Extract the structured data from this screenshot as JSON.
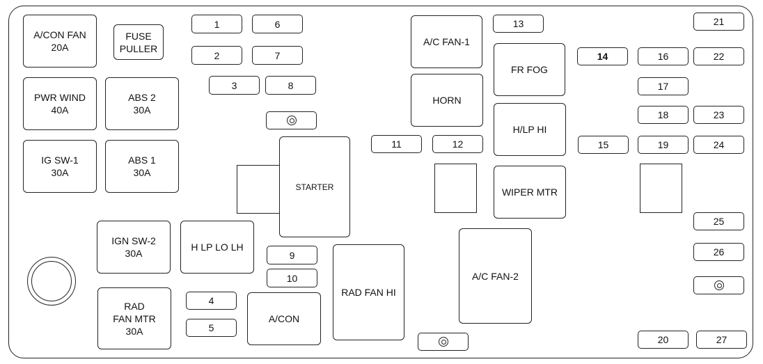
{
  "relays": {
    "acon_fan": "A/CON FAN\n20A",
    "fuse_puller": "FUSE\nPULLER",
    "pwr_wind": "PWR WIND\n40A",
    "abs2": "ABS  2\n30A",
    "ig_sw1": "IG SW-1\n30A",
    "abs1": "ABS 1\n30A",
    "starter": "STARTER",
    "ign_sw2": "IGN SW-2\n30A",
    "hlp_lo_lh": "H LP LO LH",
    "rad_fan_mtr": "RAD\nFAN MTR\n30A",
    "acon": "A/CON",
    "rad_fan_hi": "RAD FAN HI",
    "ac_fan1": "A/C FAN-1",
    "horn": "HORN",
    "fr_fog": "FR FOG",
    "hlp_hi": "H/LP HI",
    "wiper_mtr": "WIPER MTR",
    "ac_fan2": "A/C FAN-2"
  },
  "fuses": {
    "f1": "1",
    "f2": "2",
    "f3": "3",
    "f4": "4",
    "f5": "5",
    "f6": "6",
    "f7": "7",
    "f8": "8",
    "f9": "9",
    "f10": "10",
    "f11": "11",
    "f12": "12",
    "f13": "13",
    "f14": "14",
    "f15": "15",
    "f16": "16",
    "f17": "17",
    "f18": "18",
    "f19": "19",
    "f20": "20",
    "f21": "21",
    "f22": "22",
    "f23": "23",
    "f24": "24",
    "f25": "25",
    "f26": "26",
    "f27": "27"
  },
  "icons": {
    "bolt": "bolt-terminal-icon",
    "round_terminal": "round-terminal-icon"
  }
}
